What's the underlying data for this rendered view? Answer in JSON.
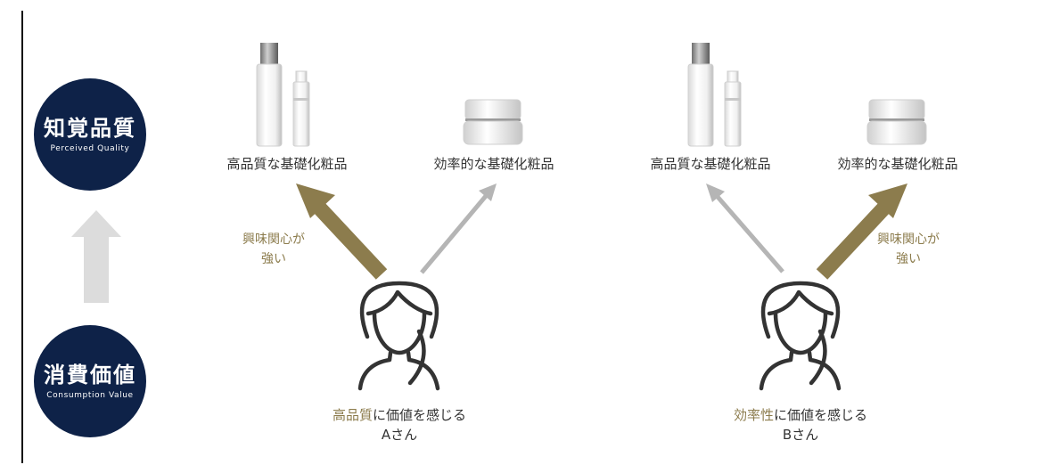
{
  "left_axis": {
    "top_circle": {
      "jp": "知覚品質",
      "en": "Perceived Quality"
    },
    "bottom_circle": {
      "jp": "消費価値",
      "en": "Consumption Value"
    }
  },
  "scenarios": [
    {
      "products": {
        "left": "高品質な基礎化粧品",
        "right": "効率的な基礎化粧品"
      },
      "interest": {
        "line1": "興味関心が",
        "line2": "強い"
      },
      "caption": {
        "highlight": "高品質",
        "rest": "に価値を感じる",
        "person": "Aさん"
      }
    },
    {
      "products": {
        "left": "高品質な基礎化粧品",
        "right": "効率的な基礎化粧品"
      },
      "interest": {
        "line1": "興味関心が",
        "line2": "強い"
      },
      "caption": {
        "highlight": "効率性",
        "rest": "に価値を感じる",
        "person": "Bさん"
      }
    }
  ],
  "colors": {
    "navy": "#0e2248",
    "gold": "#8c7c4d",
    "gray_arrow": "#b5b5b5",
    "light_arrow": "#dcdcdc"
  }
}
